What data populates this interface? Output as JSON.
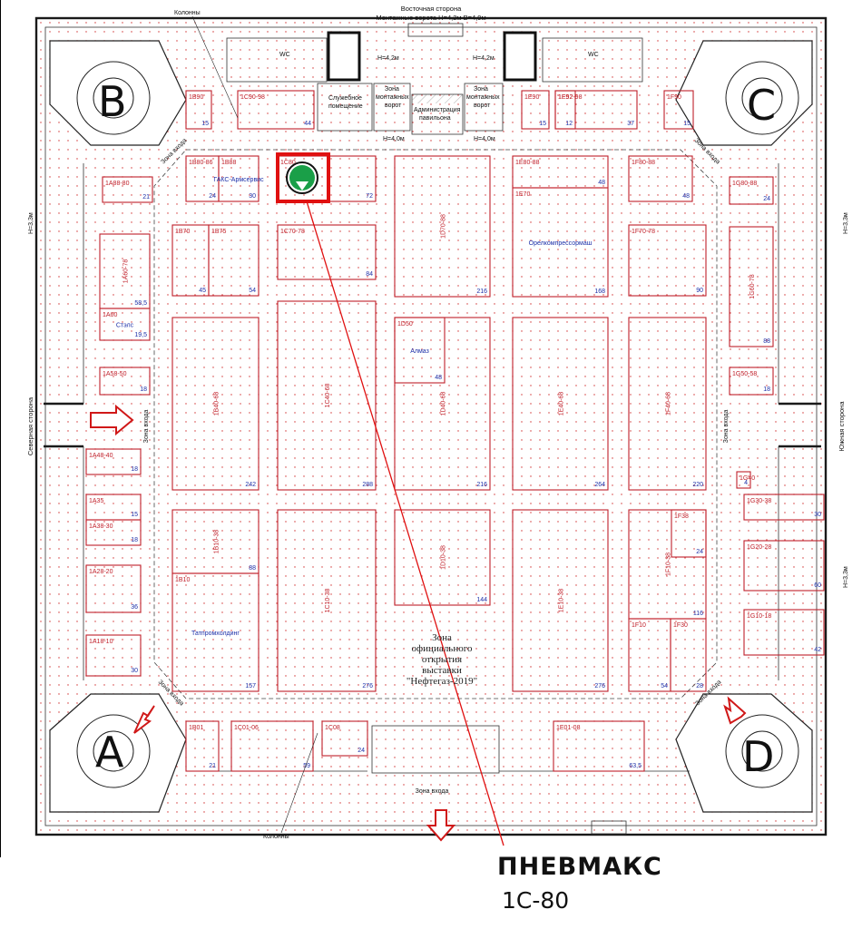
{
  "plan": {
    "top_side": [
      "Восточная сторона",
      "Монтажные ворота H=4,2м  B=4,9м"
    ],
    "left_side": "Северная сторона",
    "right_side": "Южная сторона",
    "columns_label": "Колонны",
    "wc": "WC",
    "service_room": [
      "Служебное",
      "помещение"
    ],
    "assembly_zone": [
      "Зона",
      "монтажных",
      "ворот"
    ],
    "admin": [
      "Администрация",
      "павильона"
    ],
    "heights": {
      "h42": "H=4,2м",
      "h40": "H=4,0м",
      "h33": "H=3,3м"
    },
    "entry_zone": "Зона входа",
    "opening_zone": [
      "Зона",
      "официального",
      "открытия",
      "выставки",
      "\"Нефтегаз-2019\""
    ],
    "corner_letters": [
      "B",
      "C",
      "A",
      "D"
    ]
  },
  "booths": [
    {
      "id": "1B90",
      "area": "15"
    },
    {
      "id": "1C90-98",
      "area": "44"
    },
    {
      "id": "1E90",
      "area": "15"
    },
    {
      "id": "1E92",
      "area": "12"
    },
    {
      "id": "1E92-98",
      "area": "37"
    },
    {
      "id": "1F90",
      "area": "15"
    },
    {
      "id": "1B80-86",
      "area": "24"
    },
    {
      "id": "1B88",
      "area": "30",
      "exhibitor": "ГАКС-Армсервис"
    },
    {
      "id": "1C80",
      "area": "72"
    },
    {
      "id": "1D70-88",
      "area": "216"
    },
    {
      "id": "1E80-88",
      "area": "48"
    },
    {
      "id": "1E70",
      "area": "168",
      "exhibitor": "Орелкомпрессормаш"
    },
    {
      "id": "1F80-88",
      "area": "48"
    },
    {
      "id": "1F70-78",
      "area": "90"
    },
    {
      "id": "1A88-80",
      "area": "21"
    },
    {
      "id": "1G80-88",
      "area": "24"
    },
    {
      "id": "1B70",
      "area": "45"
    },
    {
      "id": "1B75",
      "area": "54"
    },
    {
      "id": "1C70-78",
      "area": "84"
    },
    {
      "id": "1A60-78",
      "area": "58,5"
    },
    {
      "id": "1A60",
      "area": "19,5",
      "exhibitor": "Стэлс"
    },
    {
      "id": "1G60-78",
      "area": "88"
    },
    {
      "id": "1A58-50",
      "area": "18"
    },
    {
      "id": "1G50-58",
      "area": "18"
    },
    {
      "id": "1D50",
      "area": "48",
      "exhibitor": "Алмаз"
    },
    {
      "id": "1B40-68",
      "area": "242"
    },
    {
      "id": "1C40-68",
      "area": "288"
    },
    {
      "id": "1D40-68",
      "area": "216"
    },
    {
      "id": "1E40-68",
      "area": "264"
    },
    {
      "id": "1F40-68",
      "area": "220"
    },
    {
      "id": "1A48-40",
      "area": "18"
    },
    {
      "id": "1A35",
      "area": "15"
    },
    {
      "id": "1A38-30",
      "area": "18"
    },
    {
      "id": "1A28-20",
      "area": "36"
    },
    {
      "id": "1A18-10",
      "area": "30"
    },
    {
      "id": "1G40",
      "area": "4"
    },
    {
      "id": "1G30-38",
      "area": "30"
    },
    {
      "id": "1G20-28",
      "area": "60"
    },
    {
      "id": "1G10-18",
      "area": "42"
    },
    {
      "id": "1B10-38",
      "area": "88"
    },
    {
      "id": "1B10",
      "area": "157",
      "exhibitor": "Татпромхолдинг"
    },
    {
      "id": "1C10-38",
      "area": "276"
    },
    {
      "id": "1D10-38",
      "area": "144"
    },
    {
      "id": "1E10-38",
      "area": "276"
    },
    {
      "id": "1F38",
      "area": "24"
    },
    {
      "id": "1F10-38",
      "area": "116"
    },
    {
      "id": "1F10",
      "area": "54"
    },
    {
      "id": "1F30",
      "area": "28"
    },
    {
      "id": "1B01",
      "area": "21"
    },
    {
      "id": "1C01-06",
      "area": "59"
    },
    {
      "id": "1C08",
      "area": "24"
    },
    {
      "id": "1E01-08",
      "area": "63,5"
    }
  ],
  "highlight": {
    "brand": "ПНЕВМАКС",
    "booth": "1C-80"
  }
}
